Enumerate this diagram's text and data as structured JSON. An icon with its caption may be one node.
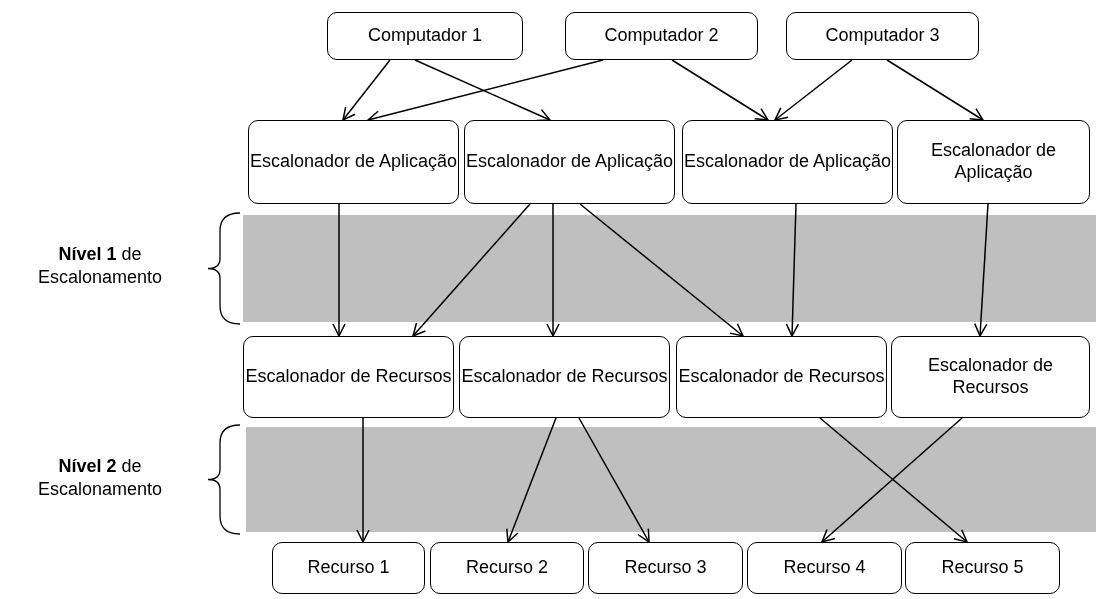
{
  "diagram": {
    "nodes": [
      {
        "text": [
          "Computador 1"
        ]
      },
      {
        "text": [
          "Computador 2"
        ]
      },
      {
        "text": [
          "Computador 3"
        ]
      },
      {
        "text": [
          "Escalonador de Aplicação"
        ]
      },
      {
        "text": [
          "Escalonador de Aplicação"
        ]
      },
      {
        "text": [
          "Escalonador de Aplicação"
        ]
      },
      {
        "text": [
          "Escalonador de Aplicação"
        ]
      },
      {
        "text": [
          "Escalonador de Recursos"
        ]
      },
      {
        "text": [
          "Escalonador de Recursos"
        ]
      },
      {
        "text": [
          "Escalonador de Recursos"
        ]
      },
      {
        "text": [
          "Escalonador de Recursos"
        ]
      },
      {
        "text": [
          "Recurso 1"
        ]
      },
      {
        "text": [
          "Recurso 2"
        ]
      },
      {
        "text": [
          "Recurso 3"
        ]
      },
      {
        "text": [
          "Recurso 4"
        ]
      },
      {
        "text": [
          "Recurso 5"
        ]
      }
    ],
    "edges": [
      {
        "from": 0,
        "to": 3,
        "arrow": "to"
      },
      {
        "from": 0,
        "to": 4,
        "arrow": "to"
      },
      {
        "from": 1,
        "to": 3,
        "arrow": "to"
      },
      {
        "from": 1,
        "to": 5,
        "arrow": "to"
      },
      {
        "from": 2,
        "to": 5,
        "arrow": "to"
      },
      {
        "from": 2,
        "to": 6,
        "arrow": "to"
      },
      {
        "from": 3,
        "to": 7,
        "arrow": "to"
      },
      {
        "from": 4,
        "to": 7,
        "arrow": "to"
      },
      {
        "from": 4,
        "to": 8,
        "arrow": "to"
      },
      {
        "from": 4,
        "to": 9,
        "arrow": "to"
      },
      {
        "from": 5,
        "to": 9,
        "arrow": "to"
      },
      {
        "from": 6,
        "to": 10,
        "arrow": "to"
      },
      {
        "from": 7,
        "to": 11,
        "arrow": "to"
      },
      {
        "from": 8,
        "to": 12,
        "arrow": "to"
      },
      {
        "from": 8,
        "to": 13,
        "arrow": "to"
      },
      {
        "from": 9,
        "to": 15,
        "arrow": "to"
      },
      {
        "from": 10,
        "to": 14,
        "arrow": "to"
      }
    ],
    "labels": [
      "**Nível 1** de Escalonamento",
      "**Nível 2** de Escalonamento"
    ]
  }
}
